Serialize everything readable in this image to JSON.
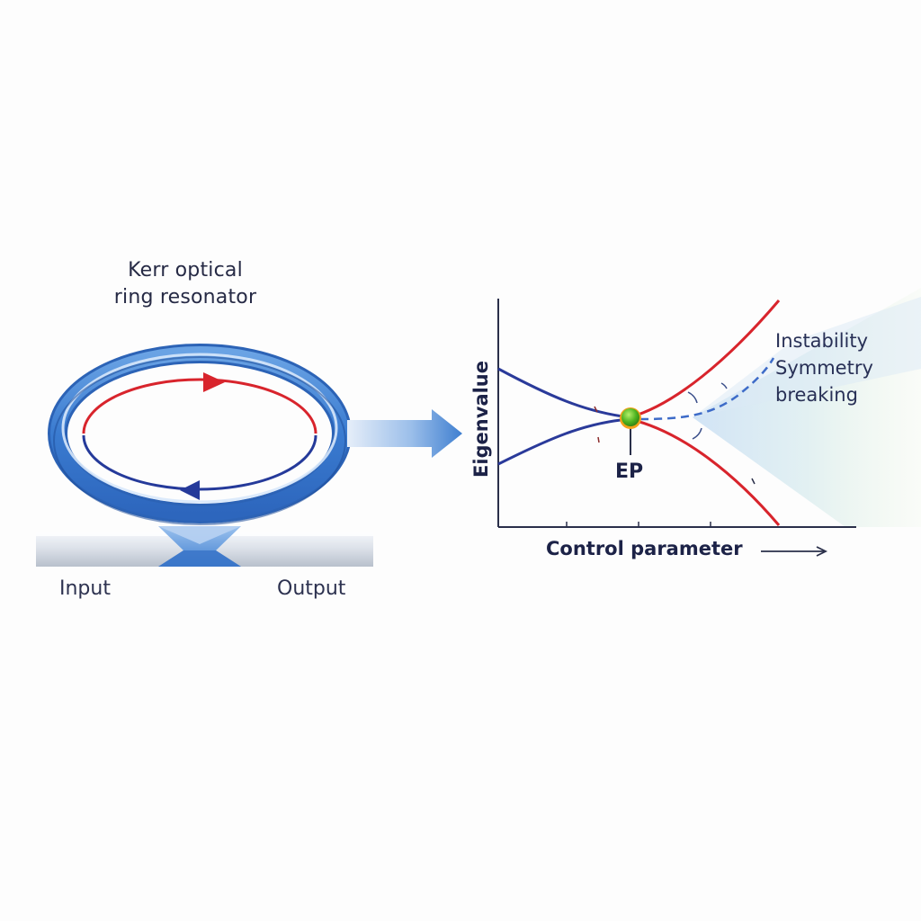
{
  "resonator": {
    "title_line1": "Kerr optical",
    "title_line2": "ring resonator",
    "input_label": "Input",
    "output_label": "Output"
  },
  "plot": {
    "y_axis_label": "Eigenvalue",
    "x_axis_label": "Control parameter",
    "point_label": "EP",
    "annotation_line1": "Instability",
    "annotation_line2": "Symmetry",
    "annotation_line3": "breaking"
  },
  "colors": {
    "ring_blue": "#3f7fd0",
    "mode_red": "#d8242c",
    "mode_blue": "#253a9a",
    "ep_green": "#4db31f",
    "ep_orange": "#f3a21a",
    "text_dark": "#1c2247"
  }
}
